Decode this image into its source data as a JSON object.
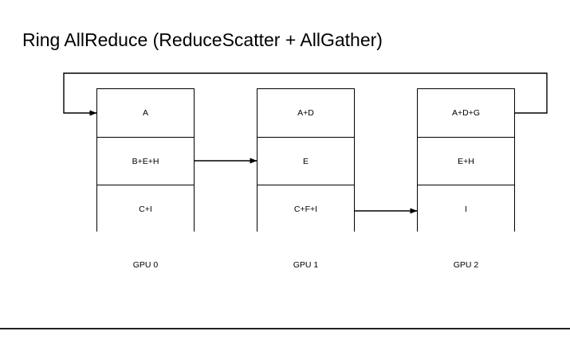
{
  "slide": {
    "title": "Ring AllReduce (ReduceScatter + AllGather)",
    "background_color": "#ffffff",
    "line_color": "#000000",
    "text_color": "#000000",
    "footer_rule_color": "#222222"
  },
  "diagram": {
    "type": "ring-allreduce-step",
    "gpus": [
      {
        "label": "GPU 0",
        "cells": [
          {
            "text": "A"
          },
          {
            "text": "B+E+H"
          },
          {
            "text": "C+I"
          }
        ]
      },
      {
        "label": "GPU 1",
        "cells": [
          {
            "text": "A+D"
          },
          {
            "text": "E"
          },
          {
            "text": "C+F+I"
          }
        ]
      },
      {
        "label": "GPU 2",
        "cells": [
          {
            "text": "A+D+G"
          },
          {
            "text": "E+H"
          },
          {
            "text": "I"
          }
        ]
      }
    ],
    "arrows": [
      {
        "name": "arrow-gpu0-row2-to-gpu1",
        "from": "GPU 0 / B+E+H",
        "to": "GPU 1 / E"
      },
      {
        "name": "arrow-gpu1-row3-to-gpu2",
        "from": "GPU 1 / C+F+I",
        "to": "GPU 2 / I"
      },
      {
        "name": "arrow-gpu2-row1-wraparound-to-gpu0",
        "from": "GPU 2 / A+D+G",
        "to": "GPU 0 / A"
      }
    ]
  }
}
